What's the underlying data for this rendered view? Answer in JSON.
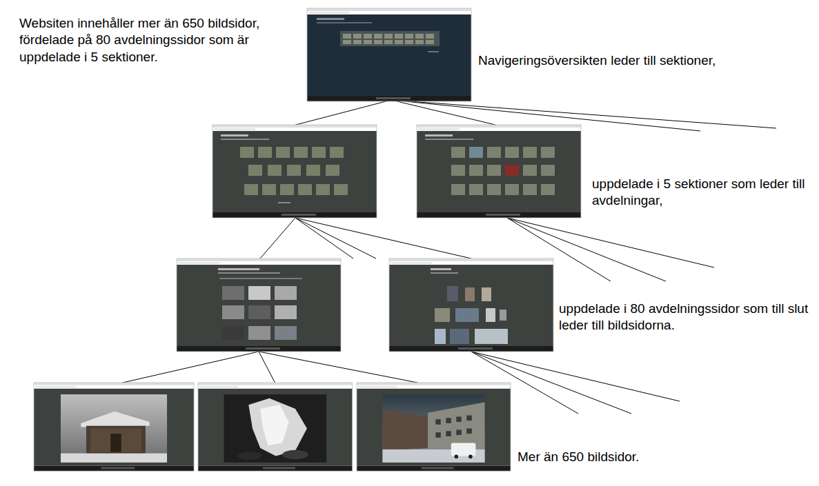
{
  "diagram": {
    "labels": [
      "Websiten innehåller mer än 650 bildsidor, fördelade på 80 avdelningssidor som är uppdelade i 5 sektioner.",
      "Navigeringsöversikten leder till sektioner,",
      "uppdelade i 5 sektioner som leder till avdelningar,",
      "uppdelade i 80 avdelningssidor som till slut leder till bildsidorna.",
      "Mer än 650 bildsidor."
    ]
  }
}
